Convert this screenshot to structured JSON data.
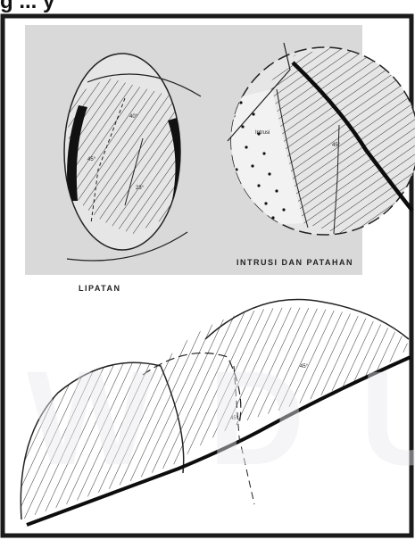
{
  "title_fragment": "g  ...  y",
  "labels": {
    "fold": "LIPATAN",
    "intrusion_fault": "INTRUSI  DAN  PATAHAN",
    "intrusion_word": "Intrusi"
  },
  "dip_labels": [
    "40°",
    "45°",
    "23°",
    "45°",
    "45°",
    "45°"
  ],
  "colors": {
    "frame": "#1a1a1a",
    "hatch": "#333333",
    "fault_line": "#0d0d0d",
    "shade_panel": "#d9d9d9",
    "watermark": "#e8e8ef"
  },
  "watermark_text": "W D U N"
}
